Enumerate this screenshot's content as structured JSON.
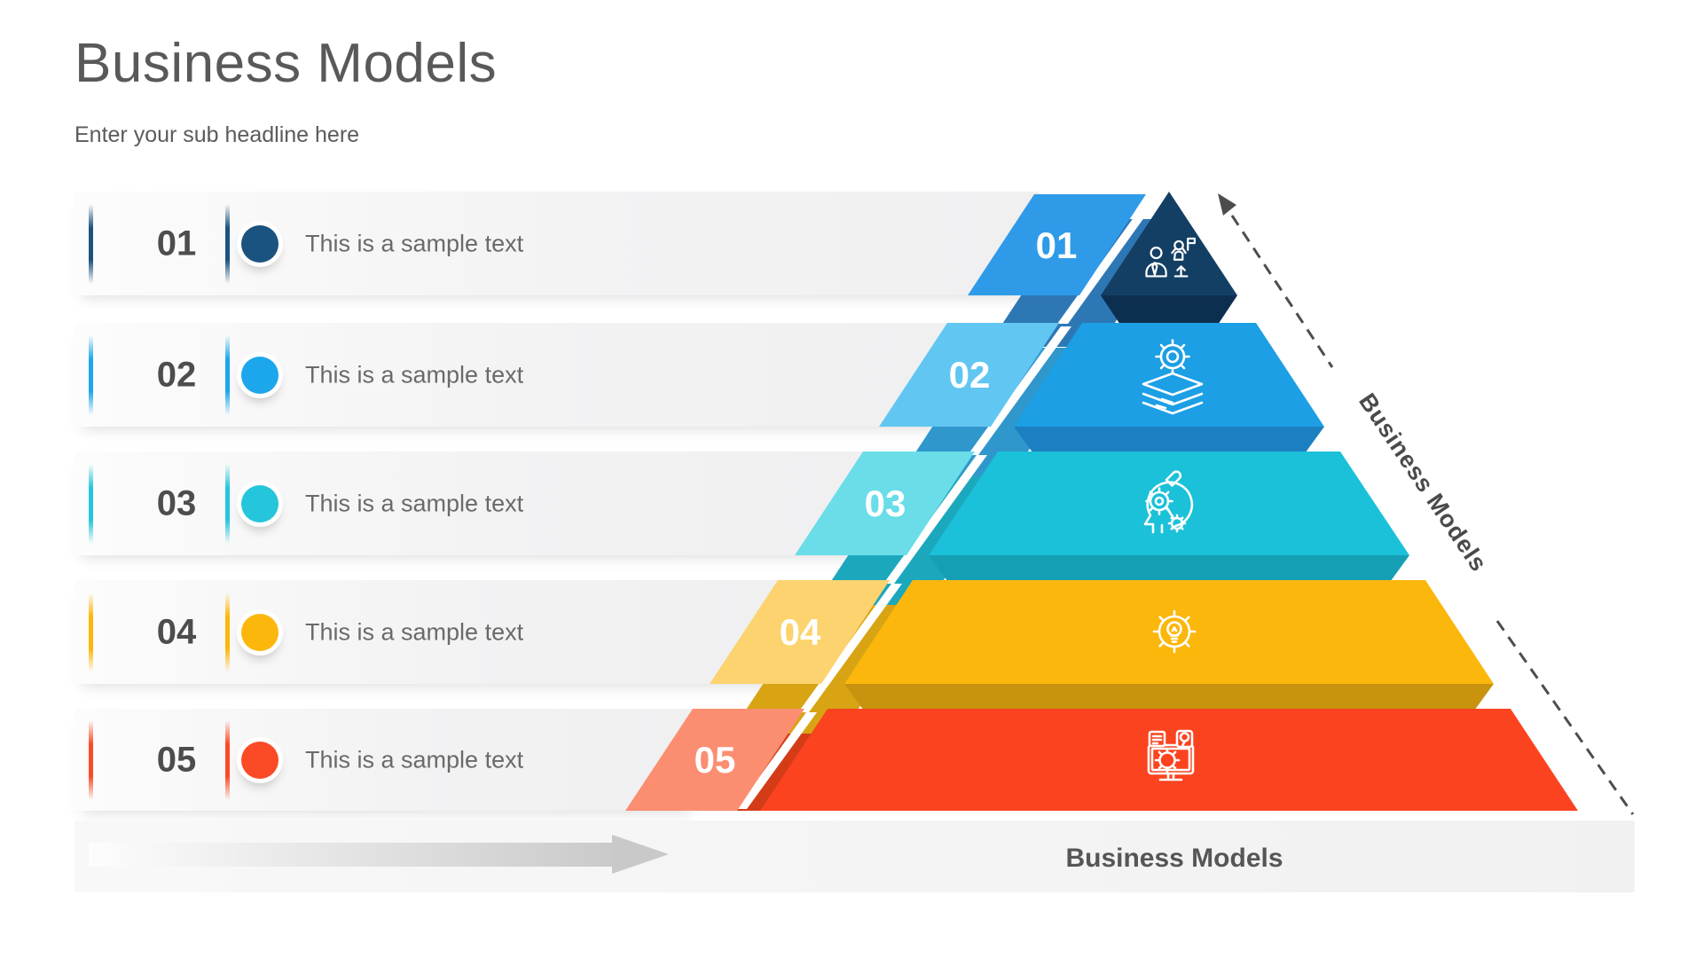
{
  "header": {
    "title": "Business Models",
    "subtitle": "Enter your sub headline here"
  },
  "rows": [
    {
      "number": "01",
      "text": "This is a sample text",
      "color": "#1A5380"
    },
    {
      "number": "02",
      "text": "This is a sample text",
      "color": "#1CA7EC"
    },
    {
      "number": "03",
      "text": "This is a sample text",
      "color": "#25C5DC"
    },
    {
      "number": "04",
      "text": "This is a sample text",
      "color": "#FBB70C"
    },
    {
      "number": "05",
      "text": "This is a sample text",
      "color": "#FB4A26"
    }
  ],
  "pyramid": {
    "side_label": "Business Models",
    "levels": [
      {
        "number": "01",
        "icon": "leadership-achievement",
        "face": "#143F64",
        "fold": "#0D2F4F",
        "tab": "#2F9BE8",
        "tab_fold": "#2E77B5"
      },
      {
        "number": "02",
        "icon": "gear-layers",
        "face": "#1C9FE4",
        "fold": "#1C7FC2",
        "tab": "#62C6F2",
        "tab_fold": "#2F97CC"
      },
      {
        "number": "03",
        "icon": "mind-process",
        "face": "#1BC1D8",
        "fold": "#159FB5",
        "tab": "#6ADDE9",
        "tab_fold": "#1BA8BD"
      },
      {
        "number": "04",
        "icon": "innovation-gear-bulb",
        "face": "#FBB70C",
        "fold": "#C8930F",
        "tab": "#FCD36E",
        "tab_fold": "#D8A414"
      },
      {
        "number": "05",
        "icon": "system-monitor",
        "face": "#FB431F",
        "fold": "#D43C18",
        "tab": "#FB8E71",
        "tab_fold": "#D43C18"
      }
    ]
  },
  "footer": {
    "label": "Business Models"
  }
}
